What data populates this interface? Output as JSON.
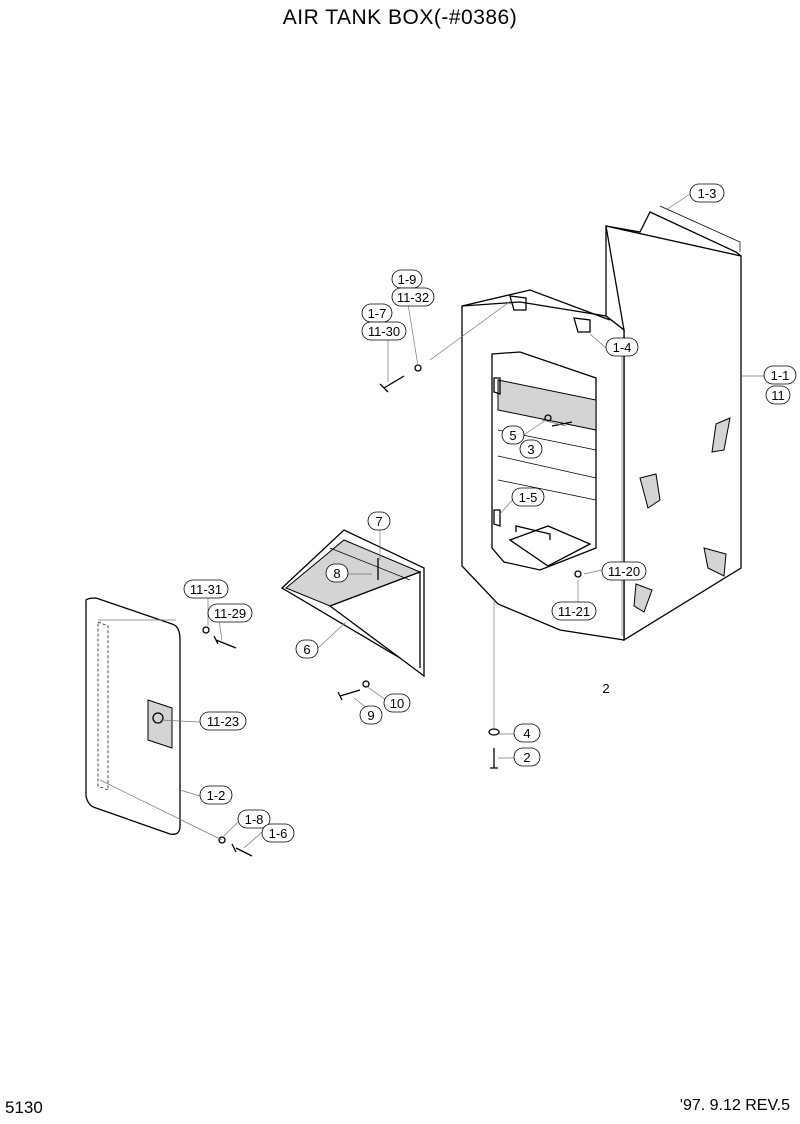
{
  "title": "AIR TANK BOX(-#0386)",
  "page_number": "5130",
  "revision": "'97. 9.12  REV.5",
  "callouts": {
    "c_1_3": "1-3",
    "c_1_9": "1-9",
    "c_11_32": "11-32",
    "c_1_7": "1-7",
    "c_11_30": "11-30",
    "c_1_4": "1-4",
    "c_1_1": "1-1",
    "c_11": "11",
    "c_5": "5",
    "c_3": "3",
    "c_1_5": "1-5",
    "c_7": "7",
    "c_8": "8",
    "c_11_20": "11-20",
    "c_11_21": "11-21",
    "c_11_31": "11-31",
    "c_11_29": "11-29",
    "c_6": "6",
    "c_2_label": "2",
    "c_10": "10",
    "c_9": "9",
    "c_11_23": "11-23",
    "c_4": "4",
    "c_2": "2",
    "c_1_2": "1-2",
    "c_1_8": "1-8",
    "c_1_6": "1-6"
  }
}
